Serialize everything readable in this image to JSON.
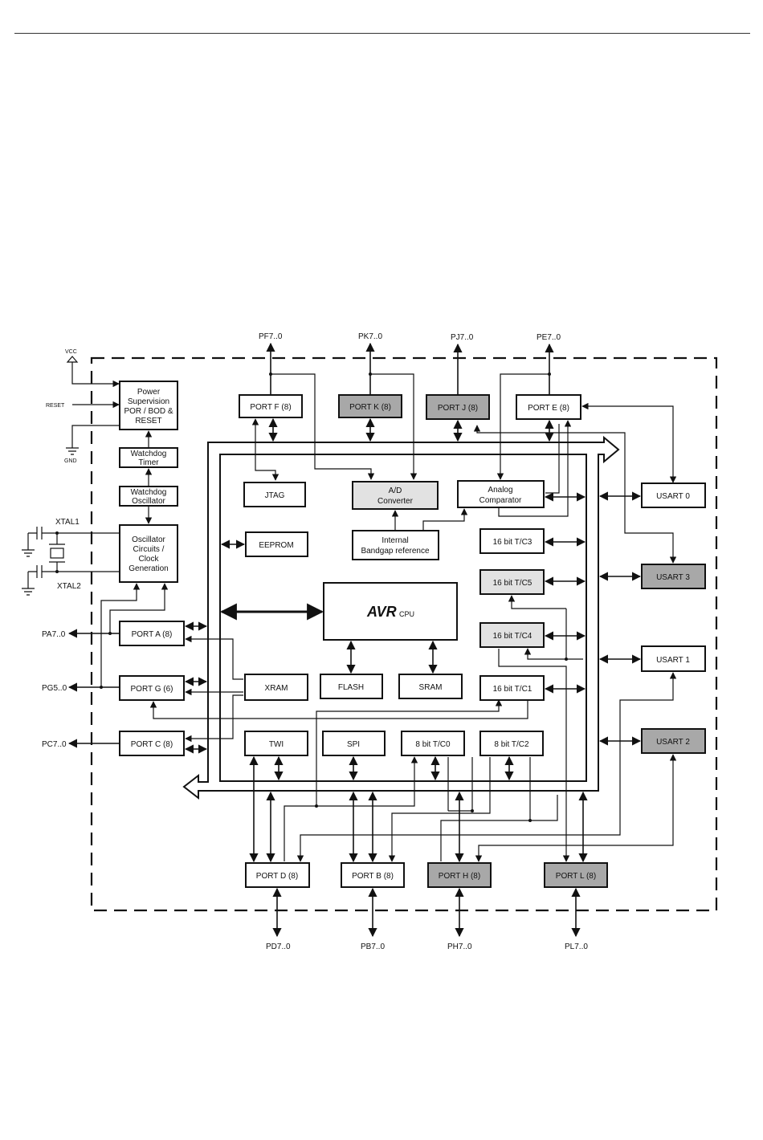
{
  "blocks": {
    "power_supervision": [
      "Power",
      "Supervision",
      "POR / BOD &",
      "RESET"
    ],
    "watchdog_timer": [
      "Watchdog",
      "Timer"
    ],
    "watchdog_oscillator": [
      "Watchdog",
      "Oscillator"
    ],
    "oscillator_circuits": [
      "Oscillator",
      "Circuits /",
      "Clock",
      "Generation"
    ],
    "port_a": "PORT A (8)",
    "port_g": "PORT G (6)",
    "port_c": "PORT C (8)",
    "port_f": "PORT F (8)",
    "port_k": "PORT K (8)",
    "port_j": "PORT J (8)",
    "port_e": "PORT E (8)",
    "jtag": "JTAG",
    "ad_converter": [
      "A/D",
      "Converter"
    ],
    "analog_comparator": [
      "Analog",
      "Comparator"
    ],
    "eeprom": "EEPROM",
    "bandgap": [
      "Internal",
      "Bandgap reference"
    ],
    "tc3": "16 bit T/C3",
    "tc5": "16 bit T/C5",
    "tc4": "16 bit T/C4",
    "tc1": "16 bit T/C1",
    "cpu_logo": "AVR",
    "cpu_label": "CPU",
    "flash": "FLASH",
    "sram": "SRAM",
    "xram": "XRAM",
    "twi": "TWI",
    "spi": "SPI",
    "tc0": "8 bit T/C0",
    "tc2": "8 bit T/C2",
    "port_d": "PORT D (8)",
    "port_b": "PORT B (8)",
    "port_h": "PORT H (8)",
    "port_l": "PORT L (8)",
    "usart0": "USART 0",
    "usart3": "USART 3",
    "usart1": "USART 1",
    "usart2": "USART 2"
  },
  "pins": {
    "vcc": "VCC",
    "reset": "RESET",
    "gnd": "GND",
    "xtal1": "XTAL1",
    "xtal2": "XTAL2",
    "pa": "PA7..0",
    "pg": "PG5..0",
    "pc": "PC7..0",
    "pf": "PF7..0",
    "pk": "PK7..0",
    "pj": "PJ7..0",
    "pe": "PE7..0",
    "pd": "PD7..0",
    "pb": "PB7..0",
    "ph": "PH7..0",
    "pl": "PL7..0"
  },
  "colors": {
    "line": "#111111",
    "shaded_block": "#a8a8a8",
    "light_block": "#e2e2e2"
  }
}
